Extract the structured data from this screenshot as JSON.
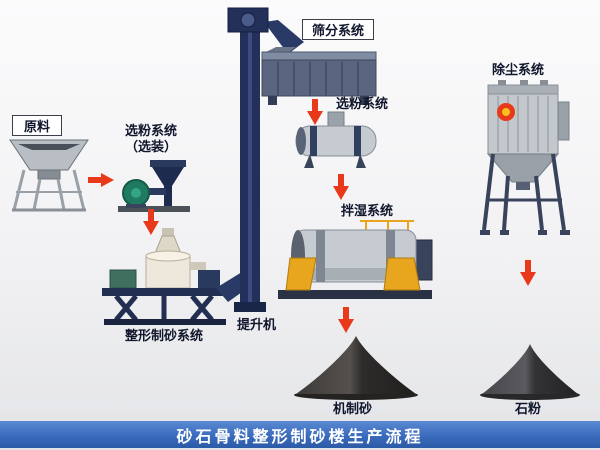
{
  "banner": {
    "text": "砂石骨料整形制砂楼生产流程"
  },
  "labels": {
    "raw_material": "原料",
    "powder_optional_1": "选粉系统",
    "powder_optional_2": "（选装）",
    "screening": "筛分系统",
    "powder": "选粉系统",
    "dust_removal": "除尘系统",
    "wet_mixing": "拌湿系统",
    "shaping_sand": "整形制砂系统",
    "bucket_elevator": "提升机",
    "machine_made_sand": "机制砂",
    "stone_powder": "石粉"
  },
  "colors": {
    "arrow": "#e8391a",
    "banner_bg": "#3a6bbd",
    "banner_text": "#ffffff",
    "label_text": "#10162c",
    "machine_navy": "#23305a",
    "machine_gray": "#c6cbd1",
    "support_yellow": "#e8a51e",
    "pile_dark": "#2e2c2a"
  }
}
